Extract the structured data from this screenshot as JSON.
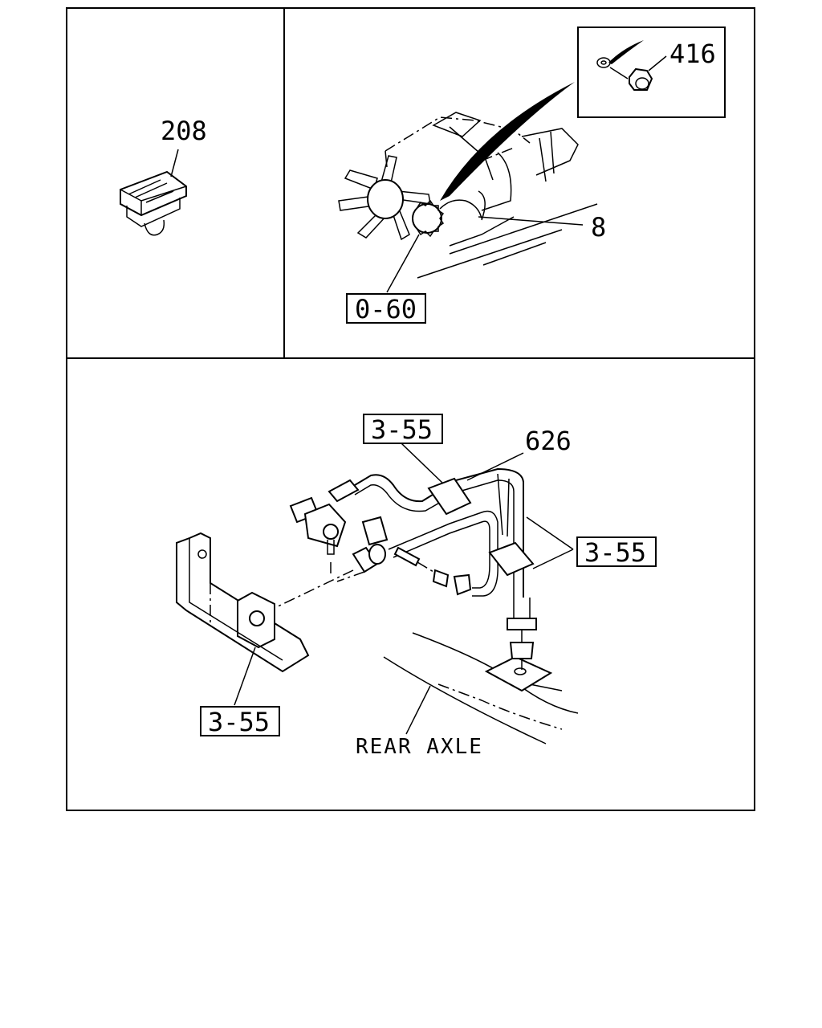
{
  "callouts": {
    "p208": "208",
    "p416": "416",
    "p8": "8",
    "ref_060": "0-60",
    "ref_355_top": "3-55",
    "p626": "626",
    "ref_355_right": "3-55",
    "ref_355_bottom": "3-55"
  },
  "annotations": {
    "rear_axle": "REAR AXLE"
  }
}
